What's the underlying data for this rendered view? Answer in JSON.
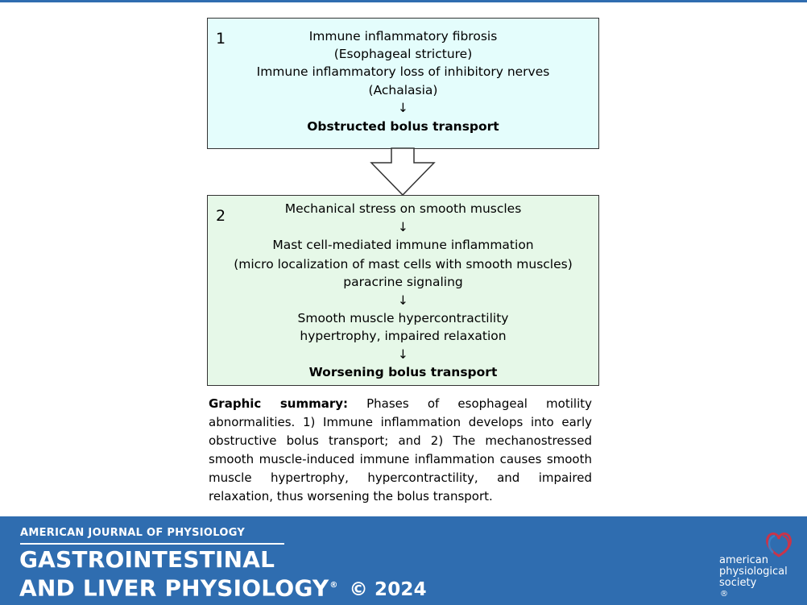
{
  "phase1": {
    "number": "1",
    "lines": [
      "Immune inflammatory fibrosis",
      "(Esophageal stricture)",
      "Immune inflammatory loss of inhibitory nerves",
      "(Achalasia)",
      "↓",
      "Obstructed bolus transport"
    ]
  },
  "phase2": {
    "number": "2",
    "lines": [
      "Mechanical stress on smooth muscles",
      "↓",
      "Mast cell-mediated immune inflammation",
      "(micro localization of mast cells with smooth muscles)",
      "paracrine signaling",
      "↓",
      "Smooth muscle hypercontractility",
      "hypertrophy, impaired relaxation",
      "↓",
      "Worsening bolus transport"
    ]
  },
  "summary": {
    "lead": "Graphic summary:",
    "text": " Phases of esophageal motility abnormalities. 1) Immune inflammation develops into early obstructive bolus transport; and 2) The mechanostressed smooth muscle-induced immune inflammation causes smooth muscle hypertrophy, hypercontractility, and impaired relaxation, thus worsening the bolus transport."
  },
  "footer": {
    "series": "AMERICAN JOURNAL OF PHYSIOLOGY",
    "title_line1": "GASTROINTESTINAL",
    "title_line2": "AND LIVER PHYSIOLOGY",
    "registered": "®",
    "copyright": "© 2024",
    "publisher_line1": "american",
    "publisher_line2": "physiological",
    "publisher_line3": "society",
    "publisher_registered": "®"
  },
  "colors": {
    "phase1_fill": "#e4fdfc",
    "phase2_fill": "#e6f8e8",
    "footer_band": "#2f6db0",
    "logo_red": "#c9344a",
    "logo_blue": "#3a7fc4"
  }
}
